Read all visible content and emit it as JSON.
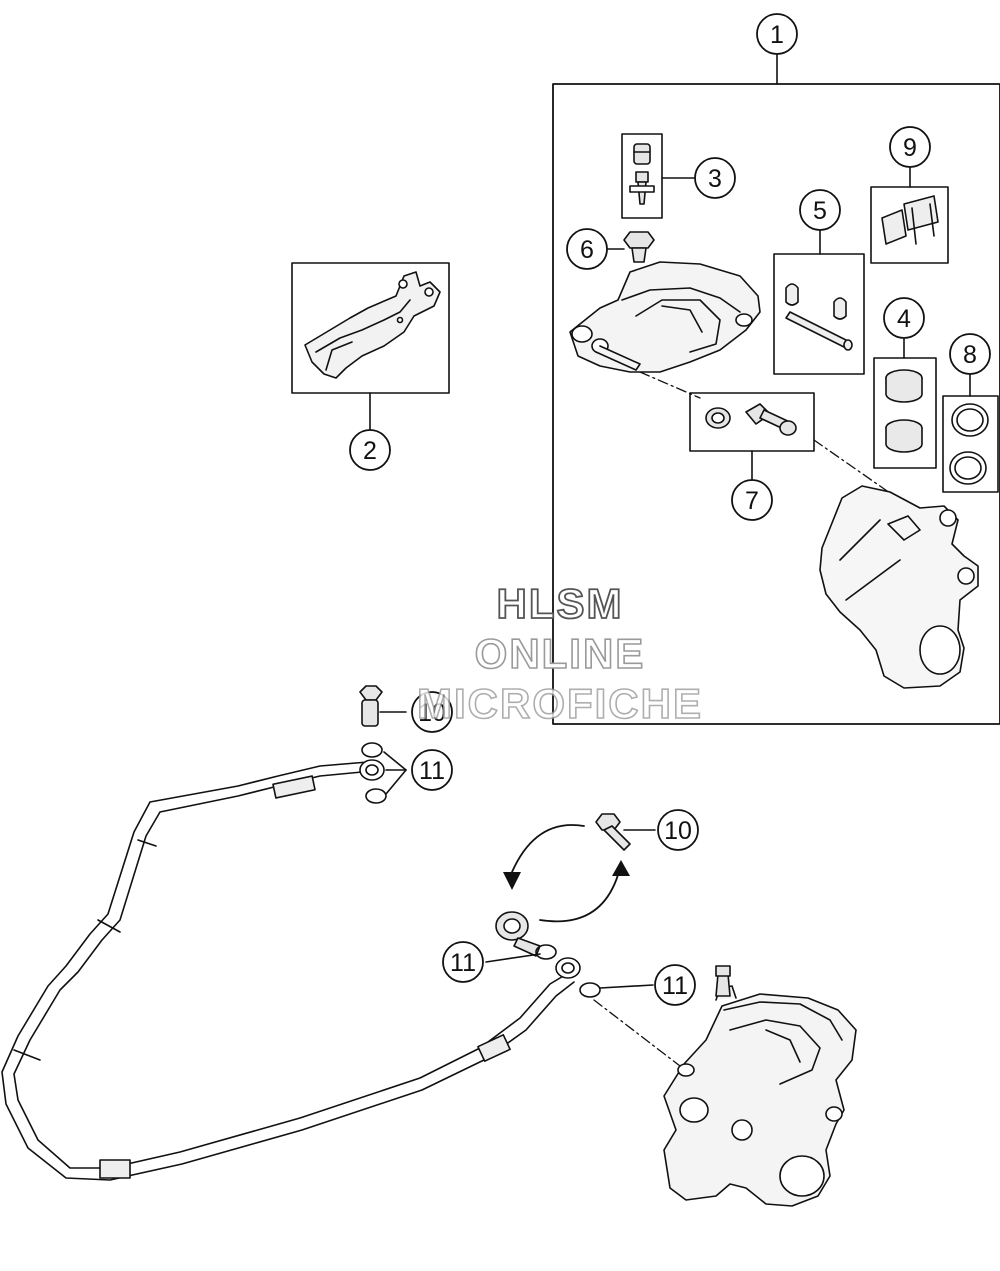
{
  "diagram": {
    "callouts": {
      "c1": "1",
      "c2": "2",
      "c3": "3",
      "c4": "4",
      "c5": "5",
      "c6": "6",
      "c7": "7",
      "c8": "8",
      "c9": "9",
      "c10a": "10",
      "c10b": "10",
      "c11a": "11",
      "c11b": "11",
      "c11c": "11"
    }
  },
  "watermark": {
    "line1": "HLSM",
    "line2": "ONLINE",
    "line3": "MICROFICHE"
  },
  "colors": {
    "ink": "#111111",
    "paper": "#ffffff",
    "shade": "#d6d6d6"
  }
}
